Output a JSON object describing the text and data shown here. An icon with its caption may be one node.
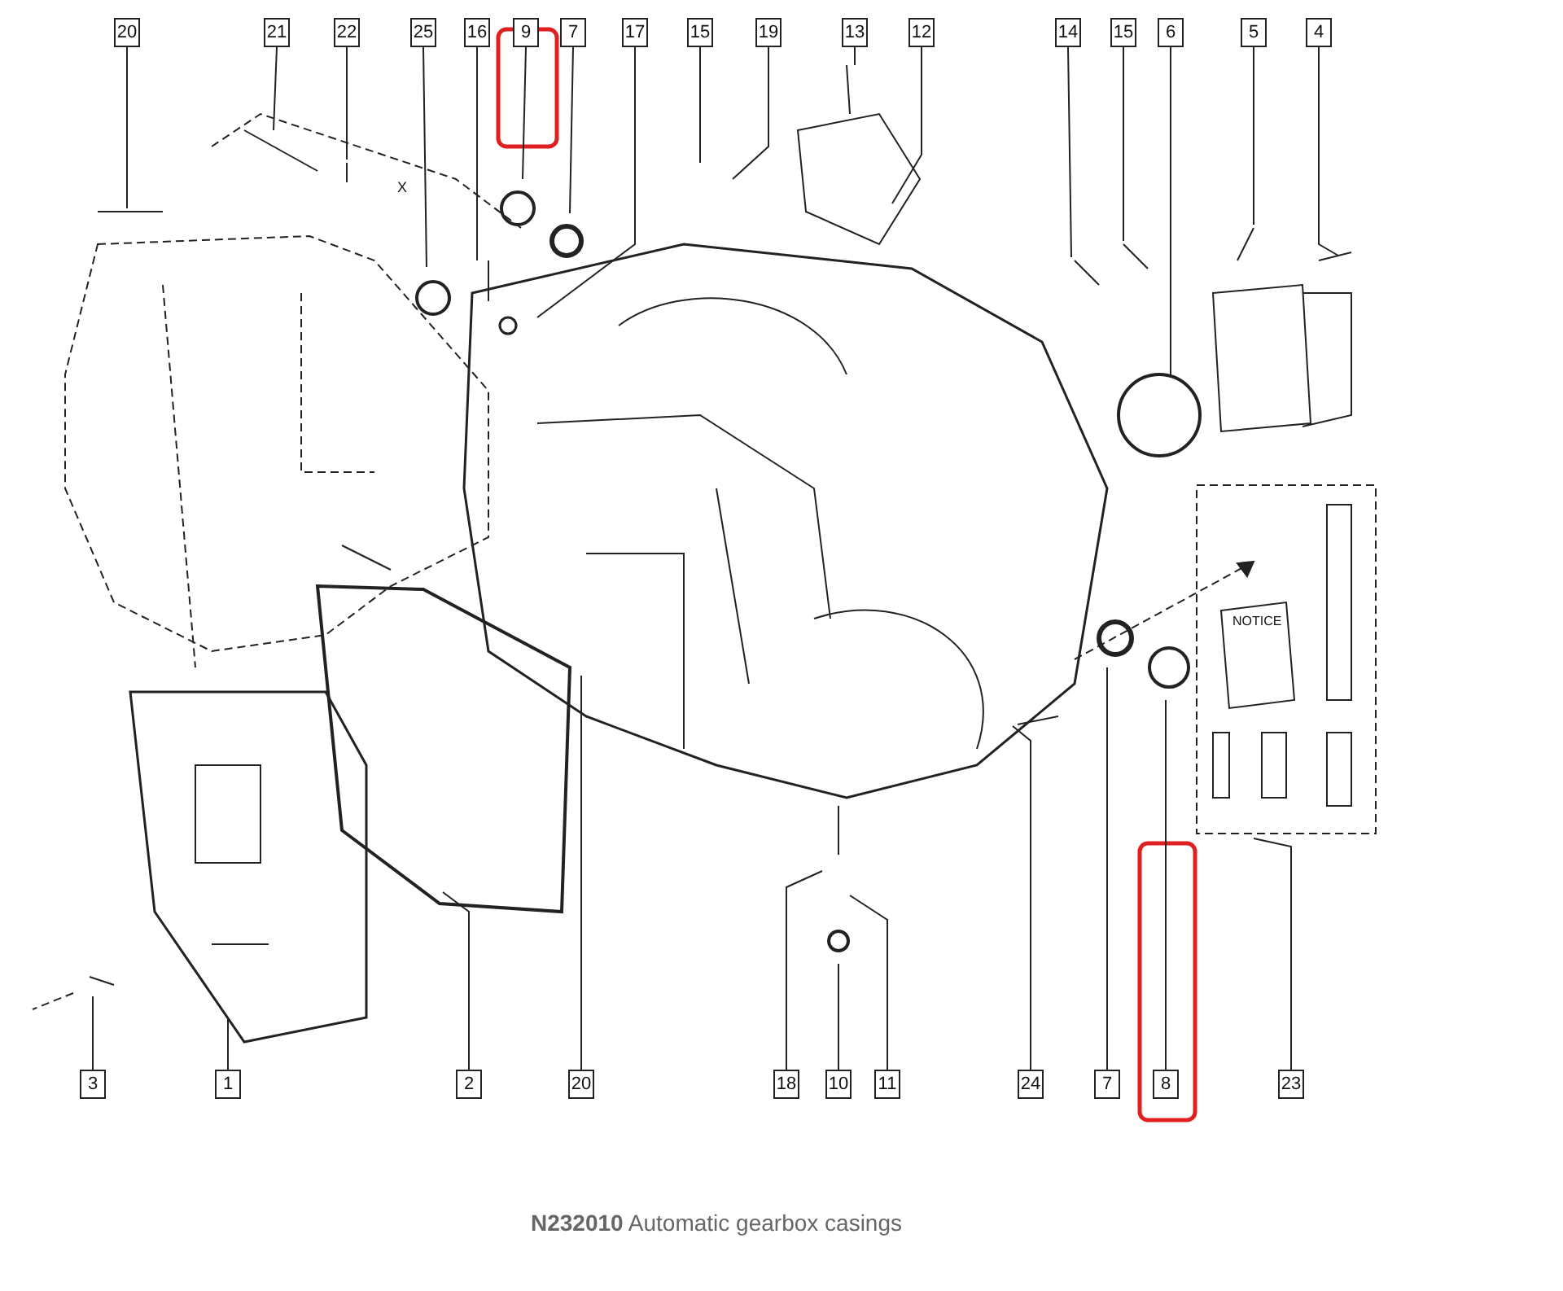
{
  "diagram": {
    "caption": "**N232010** Automatic gearbox casings",
    "nodes": [
      {
        "text": [
          "20"
        ]
      },
      {
        "text": [
          "21"
        ]
      },
      {
        "text": [
          "22"
        ]
      },
      {
        "text": [
          "25"
        ]
      },
      {
        "text": [
          "16"
        ]
      },
      {
        "text": [
          "9"
        ]
      },
      {
        "text": [
          "7"
        ]
      },
      {
        "text": [
          "17"
        ]
      },
      {
        "text": [
          "15"
        ]
      },
      {
        "text": [
          "19"
        ]
      },
      {
        "text": [
          "13"
        ]
      },
      {
        "text": [
          "12"
        ]
      },
      {
        "text": [
          "14"
        ]
      },
      {
        "text": [
          "15"
        ]
      },
      {
        "text": [
          "6"
        ]
      },
      {
        "text": [
          "5"
        ]
      },
      {
        "text": [
          "4"
        ]
      },
      {
        "text": [
          "3"
        ]
      },
      {
        "text": [
          "1"
        ]
      },
      {
        "text": [
          "2"
        ]
      },
      {
        "text": [
          "20"
        ]
      },
      {
        "text": [
          "18"
        ]
      },
      {
        "text": [
          "10"
        ]
      },
      {
        "text": [
          "11"
        ]
      },
      {
        "text": [
          "24"
        ]
      },
      {
        "text": [
          "7"
        ]
      },
      {
        "text": [
          "8"
        ]
      },
      {
        "text": [
          "23"
        ]
      }
    ],
    "edges": [
      {
        "from": 0,
        "to": null,
        "arrow": "none"
      },
      {
        "from": 1,
        "to": null,
        "arrow": "none"
      },
      {
        "from": 2,
        "to": null,
        "arrow": "none"
      },
      {
        "from": 3,
        "to": null,
        "arrow": "none"
      },
      {
        "from": 4,
        "to": null,
        "arrow": "none"
      },
      {
        "from": 5,
        "to": null,
        "arrow": "none"
      },
      {
        "from": 6,
        "to": null,
        "arrow": "none"
      },
      {
        "from": 7,
        "to": null,
        "arrow": "none"
      },
      {
        "from": 8,
        "to": null,
        "arrow": "none"
      },
      {
        "from": 9,
        "to": null,
        "arrow": "none"
      },
      {
        "from": 10,
        "to": null,
        "arrow": "none"
      },
      {
        "from": 11,
        "to": null,
        "arrow": "none"
      },
      {
        "from": 12,
        "to": null,
        "arrow": "none"
      },
      {
        "from": 13,
        "to": null,
        "arrow": "none"
      },
      {
        "from": 14,
        "to": null,
        "arrow": "none"
      },
      {
        "from": 15,
        "to": null,
        "arrow": "none"
      },
      {
        "from": 16,
        "to": null,
        "arrow": "none"
      },
      {
        "from": 17,
        "to": null,
        "arrow": "none"
      },
      {
        "from": 18,
        "to": null,
        "arrow": "none"
      },
      {
        "from": 19,
        "to": null,
        "arrow": "none"
      },
      {
        "from": 20,
        "to": null,
        "arrow": "none"
      },
      {
        "from": 21,
        "to": null,
        "arrow": "none"
      },
      {
        "from": 22,
        "to": null,
        "arrow": "none"
      },
      {
        "from": 23,
        "to": null,
        "arrow": "none"
      },
      {
        "from": 24,
        "to": null,
        "arrow": "none"
      },
      {
        "from": 25,
        "to": null,
        "arrow": "none"
      },
      {
        "from": 26,
        "to": null,
        "arrow": "none"
      },
      {
        "from": 27,
        "to": null,
        "arrow": "none"
      }
    ],
    "labels": [
      "X",
      "NOTICE"
    ]
  }
}
